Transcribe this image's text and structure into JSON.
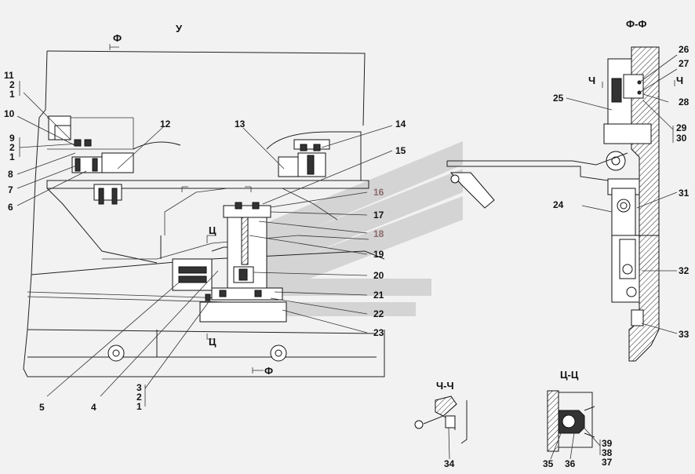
{
  "view_labels": {
    "main_view": "У",
    "section_ff": "Ф-Ф",
    "section_chch": "Ч-Ч",
    "section_tsts": "Ц-Ц",
    "cut_f_top": "Ф",
    "cut_f_bottom": "Ф",
    "cut_ch_left": "Ч",
    "cut_ch_right": "Ч",
    "cut_ts_top": "Ц",
    "cut_ts_bottom": "Ц"
  },
  "callouts": {
    "c1": "1",
    "c2": "2",
    "c3": "3",
    "c4": "4",
    "c5": "5",
    "c6": "6",
    "c7": "7",
    "c8": "8",
    "c9": "9",
    "c10": "10",
    "c11": "11",
    "c12": "12",
    "c13": "13",
    "c14": "14",
    "c15": "15",
    "c16": "16",
    "c17": "17",
    "c18": "18",
    "c19": "19",
    "c20": "20",
    "c21": "21",
    "c22": "22",
    "c23": "23",
    "c24": "24",
    "c25": "25",
    "c26": "26",
    "c27": "27",
    "c28": "28",
    "c29": "29",
    "c30": "30",
    "c31": "31",
    "c32": "32",
    "c33": "33",
    "c34": "34",
    "c35": "35",
    "c36": "36",
    "c37": "37",
    "c38": "38",
    "c39": "39"
  }
}
